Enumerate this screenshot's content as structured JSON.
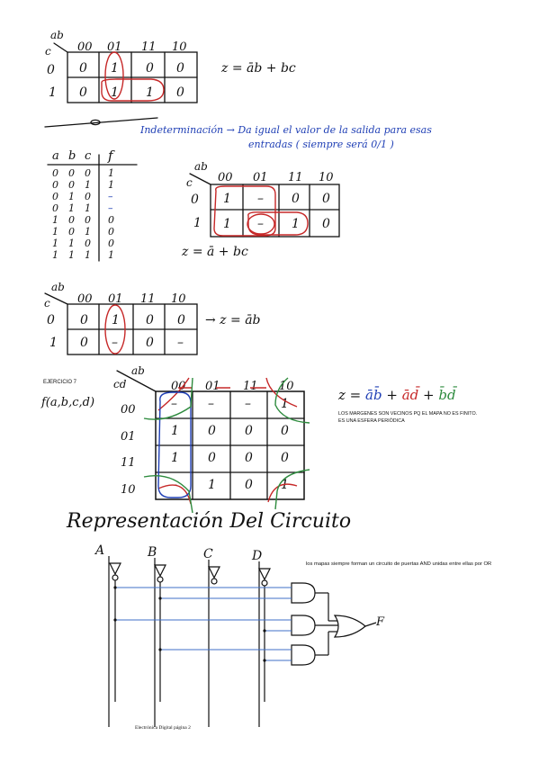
{
  "kmap1": {
    "corner_top": "ab",
    "corner_left": "c",
    "cols": [
      "00",
      "01",
      "11",
      "10"
    ],
    "rows": [
      "0",
      "1"
    ],
    "cells": [
      [
        "0",
        "1",
        "0",
        "0"
      ],
      [
        "0",
        "1",
        "1",
        "0"
      ]
    ],
    "equation": "z = āb + bc"
  },
  "indeterminacion": {
    "line1": "Indeterminación → Da igual el valor de la salida para esas",
    "line2": "entradas ( siempre será 0/1 )"
  },
  "truth_table": {
    "headers": [
      "a",
      "b",
      "c",
      "f"
    ],
    "rows": [
      [
        "0",
        "0",
        "0",
        "1"
      ],
      [
        "0",
        "0",
        "1",
        "1"
      ],
      [
        "0",
        "1",
        "0",
        "–"
      ],
      [
        "0",
        "1",
        "1",
        "–"
      ],
      [
        "1",
        "0",
        "0",
        "0"
      ],
      [
        "1",
        "0",
        "1",
        "0"
      ],
      [
        "1",
        "1",
        "0",
        "0"
      ],
      [
        "1",
        "1",
        "1",
        "1"
      ]
    ]
  },
  "kmap2": {
    "corner_top": "ab",
    "corner_left": "c",
    "cols": [
      "00",
      "01",
      "11",
      "10"
    ],
    "rows": [
      "0",
      "1"
    ],
    "cells": [
      [
        "1",
        "–",
        "0",
        "0"
      ],
      [
        "1",
        "–",
        "1",
        "0"
      ]
    ],
    "equation": "z = ā + bc"
  },
  "kmap3": {
    "corner_top": "ab",
    "corner_left": "c",
    "cols": [
      "00",
      "01",
      "11",
      "10"
    ],
    "rows": [
      "0",
      "1"
    ],
    "cells": [
      [
        "0",
        "1",
        "0",
        "0"
      ],
      [
        "0",
        "–",
        "0",
        "–"
      ]
    ],
    "equation": "→ z = āb"
  },
  "ejercicio": {
    "label": "EJERCICIO 7",
    "function": "f(a,b,c,d)",
    "corner_top": "ab",
    "corner_left": "cd",
    "cols": [
      "00",
      "01",
      "11",
      "10"
    ],
    "rows": [
      "00",
      "01",
      "11",
      "10"
    ],
    "cells": [
      [
        "–",
        "–",
        "–",
        "1"
      ],
      [
        "1",
        "0",
        "0",
        "0"
      ],
      [
        "1",
        "0",
        "0",
        "0"
      ],
      [
        "–",
        "1",
        "0",
        "1"
      ]
    ],
    "eq_prefix": "z =",
    "eq_term1": "āb̄",
    "eq_term2": "ād̄",
    "eq_term3": "b̄d̄",
    "plus": "+",
    "note_line1": "LOS MARGENES SON VECINOS PQ EL MAPA NO ES FINITO.",
    "note_line2": "ES UNA ESFERA PERIÓDICA"
  },
  "circuit": {
    "title": "Representación Del Circuito",
    "inputs": [
      "A",
      "B",
      "C",
      "D"
    ],
    "note": "los mapas siempre forman un circuito de puertas AND unidas entre ellas por OR",
    "output": "F"
  },
  "footer": "Electrónica Digital página 2",
  "colors": {
    "ink": "#111111",
    "blue": "#1f3fb5",
    "red": "#c62828",
    "green": "#2e8b3e"
  }
}
